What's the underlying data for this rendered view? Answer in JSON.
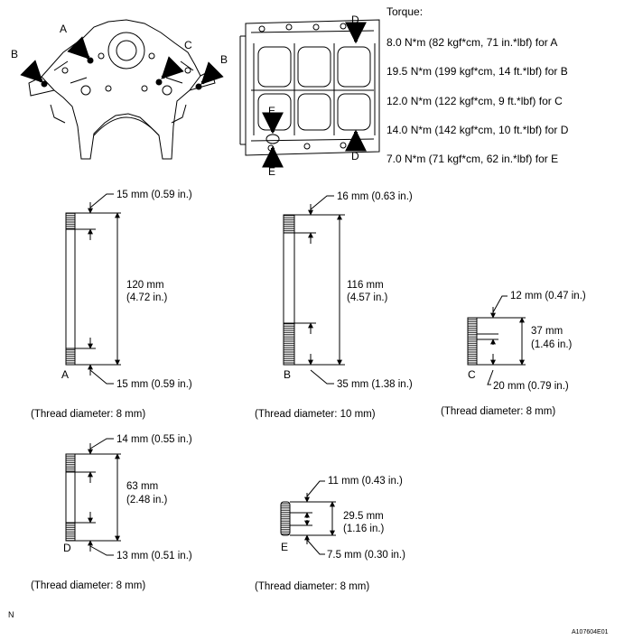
{
  "torque": {
    "heading": "Torque:",
    "lines": [
      "8.0 N*m (82 kgf*cm, 71 in.*lbf) for A",
      "19.5 N*m (199 kgf*cm, 14 ft.*lbf) for B",
      "12.0 N*m (122 kgf*cm, 9 ft.*lbf) for C",
      "14.0 N*m (142 kgf*cm, 10 ft.*lbf) for D",
      "7.0 N*m (71 kgf*cm, 62 in.*lbf) for E"
    ]
  },
  "front_view": {
    "label_a": "A",
    "label_b": "B",
    "label_c": "C"
  },
  "side_view": {
    "label_b": "B",
    "label_d_top": "D",
    "label_d_bottom": "D",
    "label_e_top": "E",
    "label_e_bottom": "E"
  },
  "studs": {
    "a": {
      "label": "A",
      "top": "15 mm (0.59 in.)",
      "total_mm": "120 mm",
      "total_in": "(4.72 in.)",
      "bottom": "15 mm (0.59 in.)",
      "thread": "(Thread diameter: 8 mm)"
    },
    "b": {
      "label": "B",
      "top": "16 mm (0.63 in.)",
      "total_mm": "116 mm",
      "total_in": "(4.57 in.)",
      "bottom": "35 mm (1.38 in.)",
      "thread": "(Thread diameter: 10 mm)"
    },
    "c": {
      "label": "C",
      "top": "12 mm (0.47 in.)",
      "total_mm": "37 mm",
      "total_in": "(1.46 in.)",
      "bottom": "20 mm (0.79 in.)",
      "thread": "(Thread diameter: 8 mm)"
    },
    "d": {
      "label": "D",
      "top": "14 mm (0.55 in.)",
      "total_mm": "63 mm",
      "total_in": "(2.48 in.)",
      "bottom": "13 mm (0.51 in.)",
      "thread": "(Thread diameter: 8 mm)"
    },
    "e": {
      "label": "E",
      "top": "11 mm (0.43 in.)",
      "total_mm": "29.5 mm",
      "total_in": "(1.16 in.)",
      "bottom": "7.5 mm (0.30 in.)",
      "thread": "(Thread diameter: 8 mm)"
    }
  },
  "footer": {
    "orientation": "N",
    "figure_id": "A107604E01"
  }
}
